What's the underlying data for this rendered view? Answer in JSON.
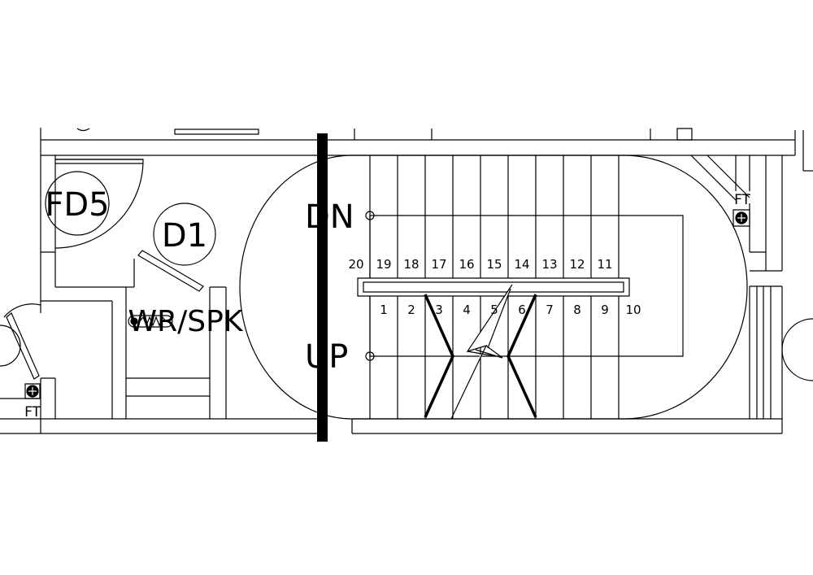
{
  "colors": {
    "ink": "#000000",
    "paper": "#ffffff"
  },
  "labels": {
    "fd5": "FD5",
    "d1": "D1",
    "wr_spk": "WR/SPK",
    "ft_right": "FT",
    "ft_left": "FT",
    "dn": "DN",
    "up": "UP"
  },
  "upper_flight_numbers": [
    "20",
    "19",
    "18",
    "17",
    "16",
    "15",
    "14",
    "13",
    "12",
    "11"
  ],
  "lower_flight_numbers": [
    "1",
    "2",
    "3",
    "4",
    "5",
    "6",
    "7",
    "8",
    "9",
    "10"
  ],
  "icons": [
    "fire-extinguisher-icon",
    "break-line-symbol",
    "door-swing-arc"
  ]
}
